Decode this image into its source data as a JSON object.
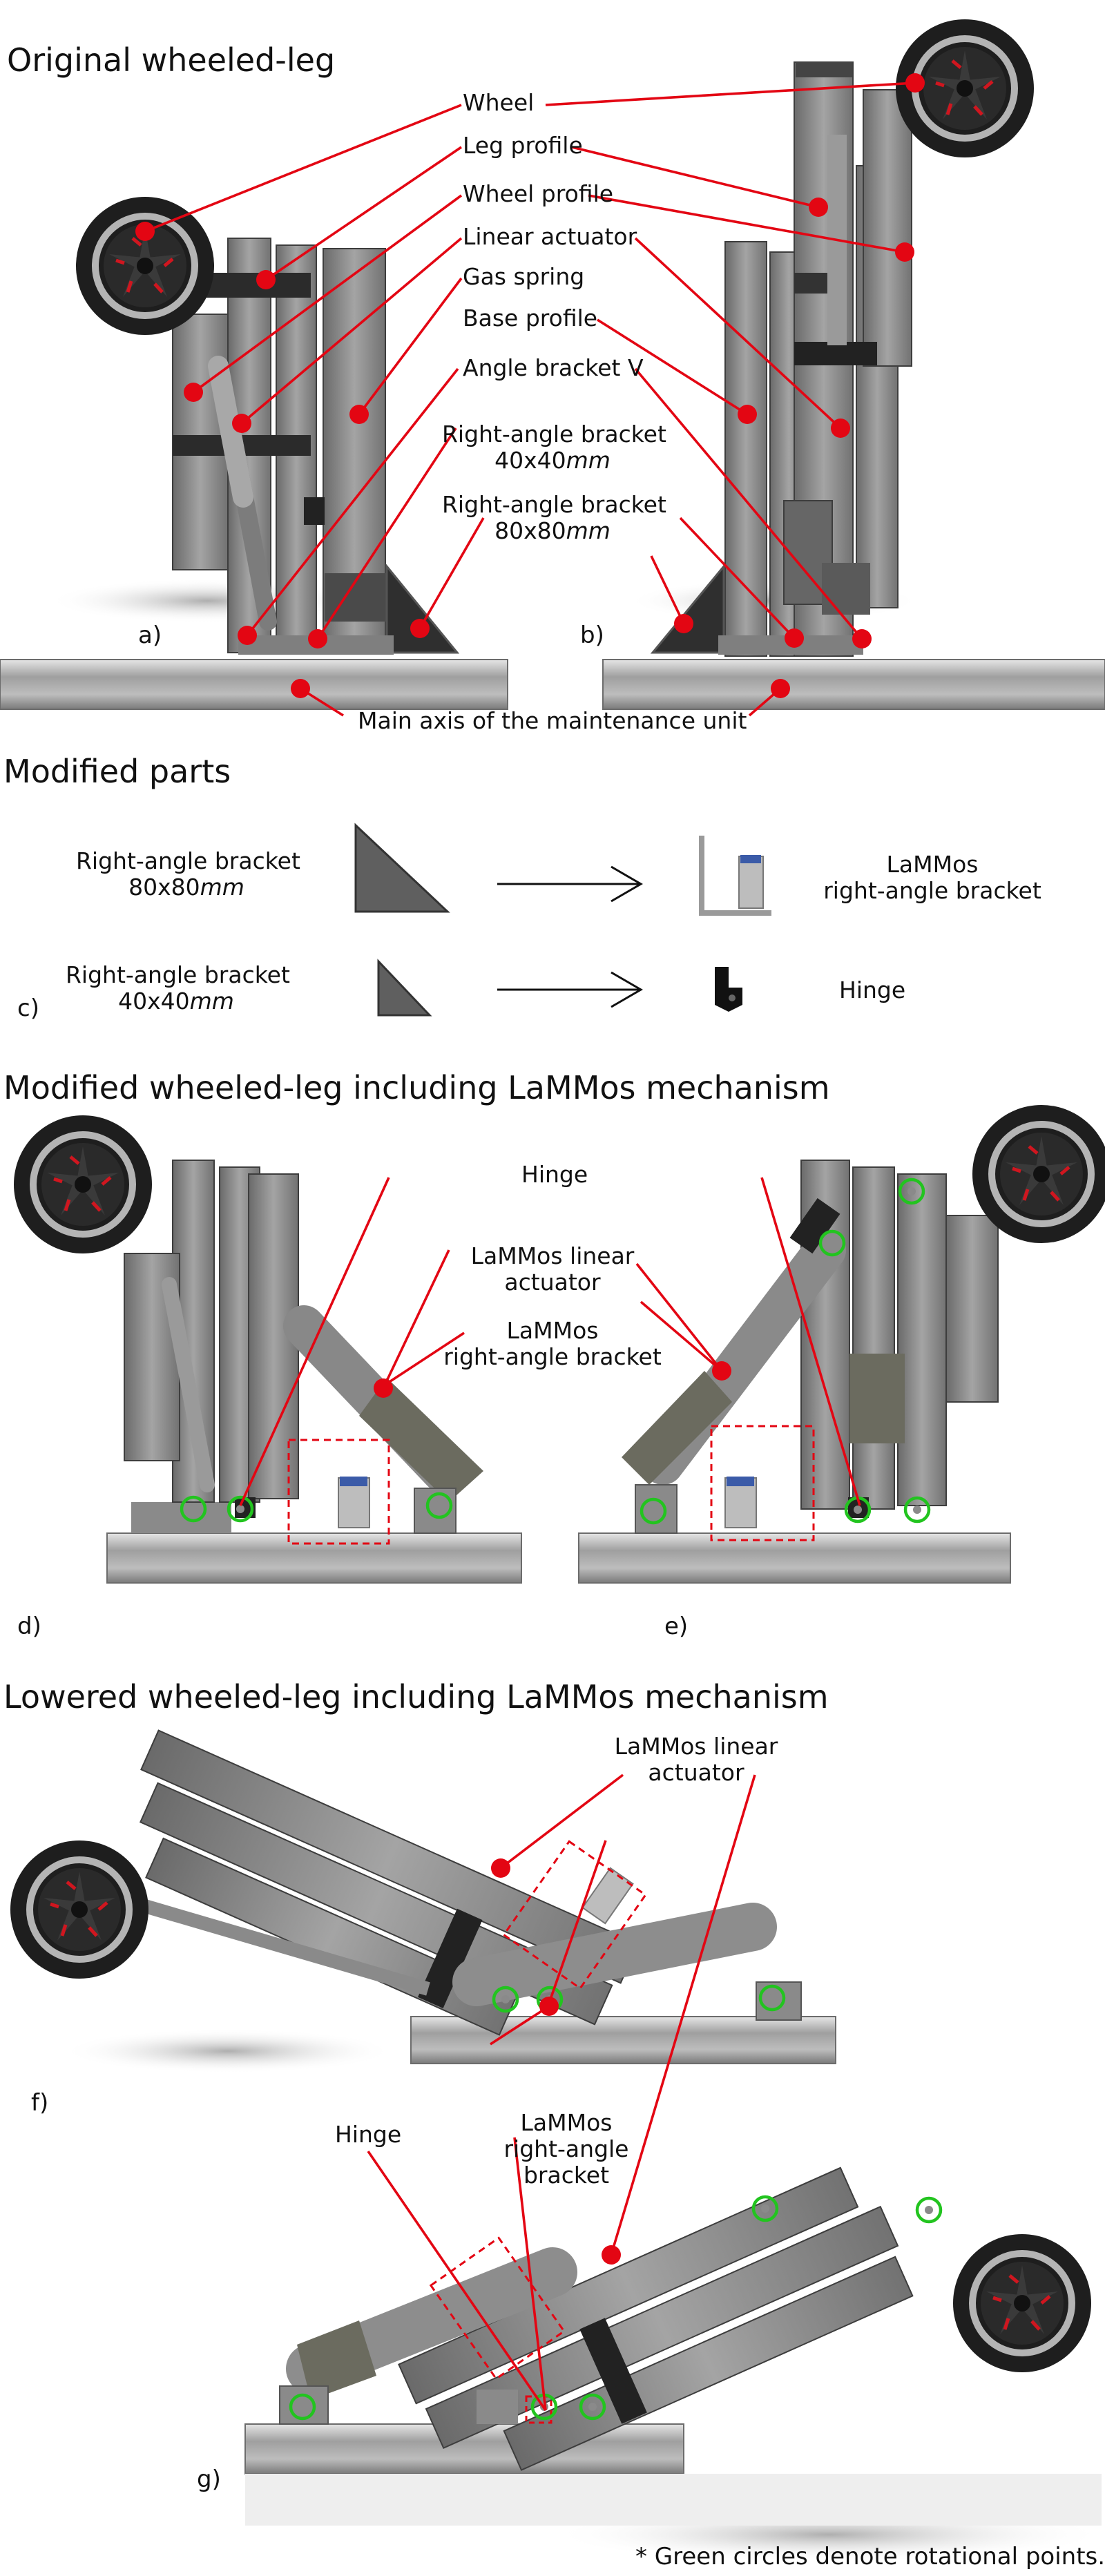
{
  "section_titles": {
    "original": "Original wheeled-leg",
    "modified_parts": "Modified parts",
    "modified_leg": "Modified wheeled-leg including LaMMos mechanism",
    "lowered_leg": "Lowered wheeled-leg including LaMMos mechanism"
  },
  "original_labels": {
    "wheel": "Wheel",
    "leg_profile": "Leg profile",
    "wheel_profile": "Wheel profile",
    "linear_actuator": "Linear actuator",
    "gas_spring": "Gas spring",
    "base_profile": "Base profile",
    "angle_bracket_v": "Angle bracket V",
    "bracket_40_line1": "Right-angle bracket",
    "bracket_40_size": "40x40",
    "bracket_80_line1": "Right-angle bracket",
    "bracket_80_size": "80x80",
    "unit_mm": "mm",
    "main_axis": "Main axis of the maintenance unit"
  },
  "modified_parts_labels": {
    "bracket_80_line1": "Right-angle bracket",
    "bracket_80_size": "80x80",
    "bracket_40_line1": "Right-angle bracket",
    "bracket_40_size": "40x40",
    "unit_mm": "mm",
    "lammos_bracket_line1": "LaMMos",
    "lammos_bracket_line2": "right-angle bracket",
    "hinge": "Hinge"
  },
  "modified_leg_labels": {
    "hinge": "Hinge",
    "actuator_line1": "LaMMos linear",
    "actuator_line2": "actuator",
    "bracket_line1": "LaMMos",
    "bracket_line2": "right-angle bracket"
  },
  "lowered_labels": {
    "actuator_line1": "LaMMos linear",
    "actuator_line2": "actuator",
    "hinge": "Hinge",
    "bracket_line1": "LaMMos",
    "bracket_line2": "right-angle bracket",
    "bracket_line0": "LaMMos",
    "bracket_line_a": "right-angle",
    "bracket_line_b": "bracket"
  },
  "panel_letters": [
    "a)",
    "b)",
    "c)",
    "d)",
    "e)",
    "f)",
    "g)"
  ],
  "footnote": "* Green circles denote rotational points.",
  "colors": {
    "annotation_red": "#e30613",
    "rotation_green": "#22c41f",
    "aluminum_light": "#9a9a9a",
    "aluminum_dark": "#5c5c5c",
    "tire": "#1c1c1c",
    "rim_ring": "#b0b0b0"
  }
}
